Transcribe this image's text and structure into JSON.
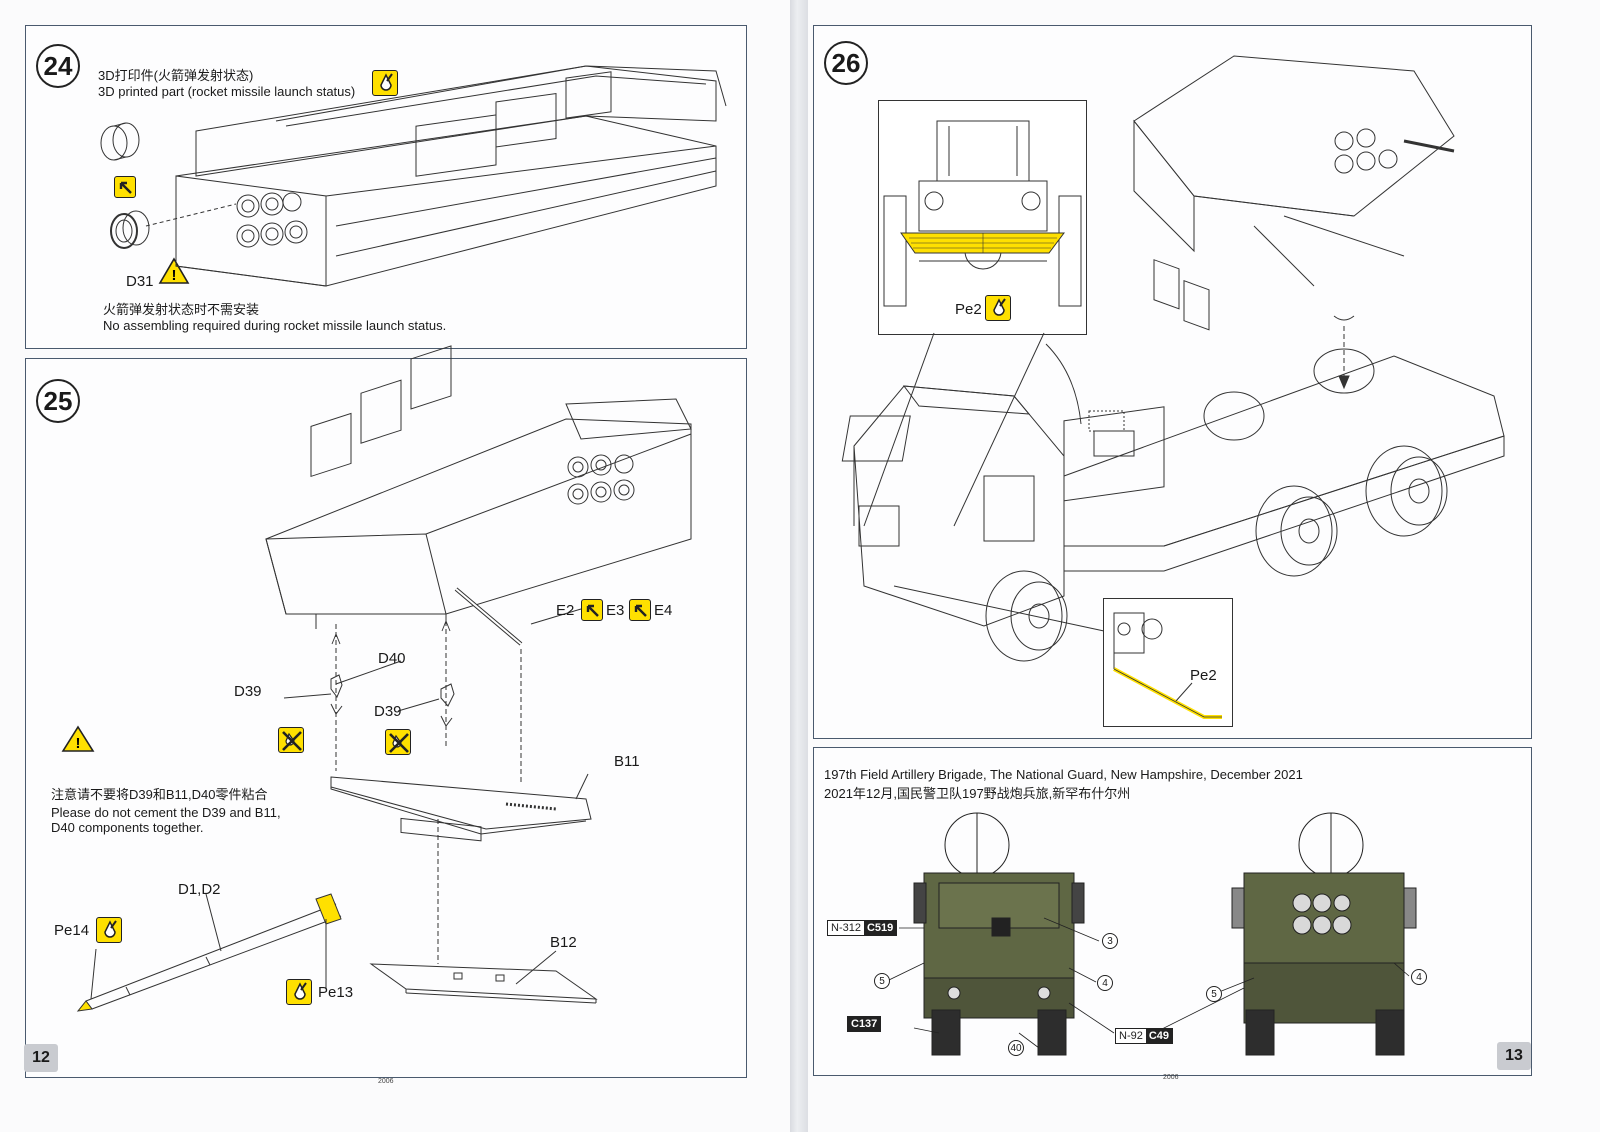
{
  "left_page": {
    "page_number": "12",
    "footer_code": "2006",
    "step24": {
      "number": "24",
      "label_cn": "3D打印件(火箭弹发射状态)",
      "label_en": "3D printed part (rocket missile launch status)",
      "part": "D31",
      "note_cn": "火箭弹发射状态时不需安装",
      "note_en": "No assembling required during rocket missile launch status."
    },
    "step25": {
      "number": "25",
      "parts": {
        "e2": "E2",
        "e3": "E3",
        "e4": "E4",
        "d40": "D40",
        "d39a": "D39",
        "d39b": "D39",
        "b11": "B11",
        "d1d2": "D1,D2",
        "pe14": "Pe14",
        "pe13": "Pe13",
        "b12": "B12"
      },
      "note_cn": "注意请不要将D39和B11,D40零件粘合",
      "note_en_line1": "Please do not cement the D39 and B11,",
      "note_en_line2": "D40 components together."
    }
  },
  "right_page": {
    "page_number": "13",
    "footer_code": "2006",
    "step26": {
      "number": "26",
      "part_top": "Pe2",
      "part_detail": "Pe2"
    },
    "marking": {
      "caption_en": "197th Field Artillery Brigade, The National Guard, New Hampshire, December 2021",
      "caption_cn": "2021年12月,国民警卫队197野战炮兵旅,新罕布什尔州",
      "tags": [
        {
          "light": "N-312",
          "dark": "C519"
        },
        {
          "light": "",
          "dark": "C137"
        },
        {
          "light": "N-92",
          "dark": "C49"
        }
      ],
      "callouts_front": [
        "3",
        "5",
        "4",
        "40"
      ],
      "callouts_rear": [
        "5",
        "4"
      ]
    }
  },
  "colors": {
    "accent_yellow": "#ffe000",
    "panel_border": "#4a5a6e",
    "olive": "#5f6744"
  },
  "icons": [
    "glue-icon",
    "arrow-tool-icon",
    "warning-icon",
    "no-cement-icon"
  ]
}
